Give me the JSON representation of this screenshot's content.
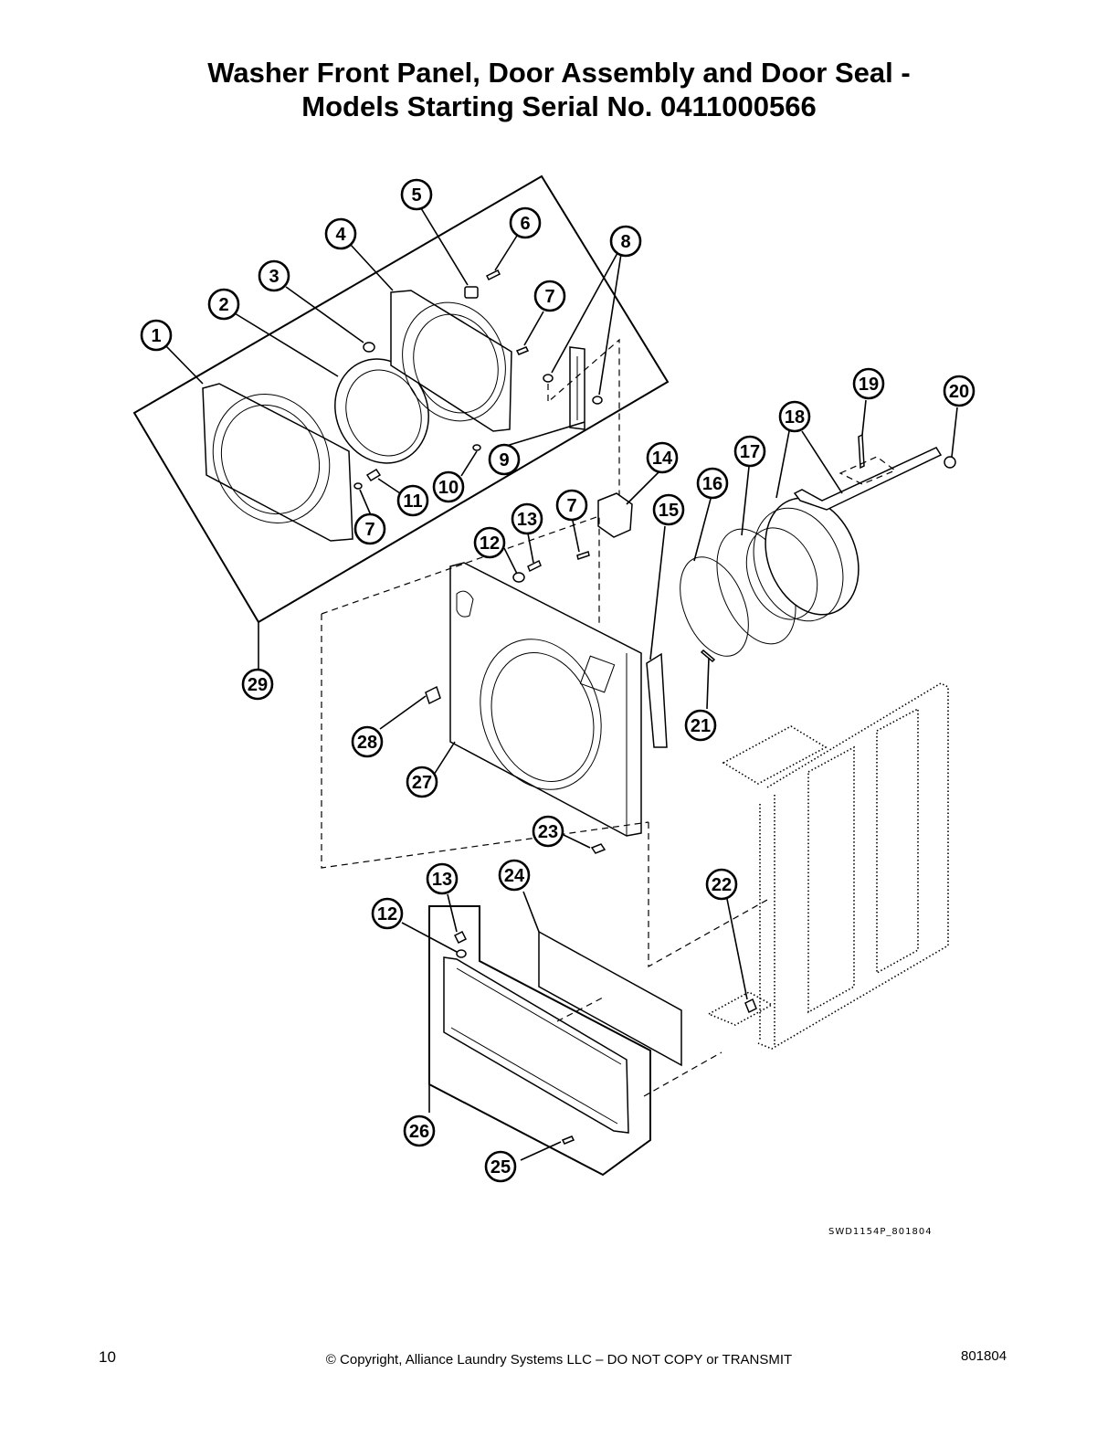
{
  "title": {
    "line1": "Washer Front Panel, Door Assembly and Door Seal -",
    "line2": "Models Starting Serial No. 0411000566"
  },
  "drawing_code": "SWD1154P_801804",
  "callouts": [
    "1",
    "2",
    "3",
    "4",
    "5",
    "6",
    "7",
    "8",
    "9",
    "10",
    "11",
    "7",
    "29",
    "12",
    "13",
    "7",
    "14",
    "15",
    "16",
    "17",
    "18",
    "19",
    "20",
    "21",
    "28",
    "27",
    "23",
    "22",
    "13",
    "24",
    "12",
    "26",
    "25"
  ],
  "footer": {
    "page_number": "10",
    "copyright": "© Copyright, Alliance Laundry Systems LLC – DO NOT COPY or TRANSMIT",
    "doc_number": "801804"
  }
}
